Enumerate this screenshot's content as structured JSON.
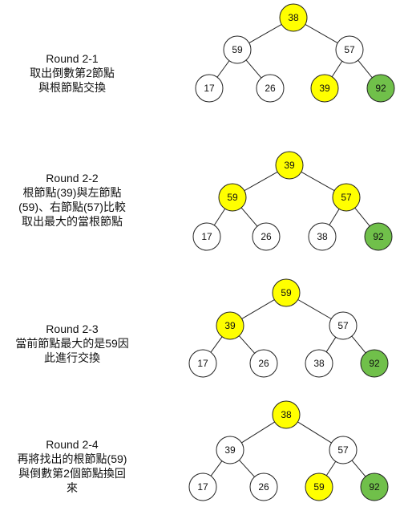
{
  "colors": {
    "highlight": "#ffff00",
    "sorted": "#70c04a",
    "normal": "#ffffff",
    "stroke": "#222222",
    "text": "#111111"
  },
  "rounds": [
    {
      "title": "Round 2-1",
      "description": [
        "取出倒數第2節點",
        "與根節點交換"
      ],
      "tree": [
        {
          "value": "38",
          "state": "highlight"
        },
        {
          "value": "59",
          "state": "normal"
        },
        {
          "value": "57",
          "state": "normal"
        },
        {
          "value": "17",
          "state": "normal"
        },
        {
          "value": "26",
          "state": "normal"
        },
        {
          "value": "39",
          "state": "highlight"
        },
        {
          "value": "92",
          "state": "sorted"
        }
      ]
    },
    {
      "title": "Round 2-2",
      "description": [
        "根節點(39)與左節點",
        "(59)、右節點(57)比較",
        "取出最大的當根節點"
      ],
      "tree": [
        {
          "value": "39",
          "state": "highlight"
        },
        {
          "value": "59",
          "state": "highlight"
        },
        {
          "value": "57",
          "state": "highlight"
        },
        {
          "value": "17",
          "state": "normal"
        },
        {
          "value": "26",
          "state": "normal"
        },
        {
          "value": "38",
          "state": "normal"
        },
        {
          "value": "92",
          "state": "sorted"
        }
      ]
    },
    {
      "title": "Round 2-3",
      "description": [
        "當前節點最大的是59因",
        "此進行交換"
      ],
      "tree": [
        {
          "value": "59",
          "state": "highlight"
        },
        {
          "value": "39",
          "state": "highlight"
        },
        {
          "value": "57",
          "state": "normal"
        },
        {
          "value": "17",
          "state": "normal"
        },
        {
          "value": "26",
          "state": "normal"
        },
        {
          "value": "38",
          "state": "normal"
        },
        {
          "value": "92",
          "state": "sorted"
        }
      ]
    },
    {
      "title": "Round 2-4",
      "description": [
        "再將找出的根節點(59)",
        "與倒數第2個節點換回",
        "來"
      ],
      "tree": [
        {
          "value": "38",
          "state": "highlight"
        },
        {
          "value": "39",
          "state": "normal"
        },
        {
          "value": "57",
          "state": "normal"
        },
        {
          "value": "17",
          "state": "normal"
        },
        {
          "value": "26",
          "state": "normal"
        },
        {
          "value": "59",
          "state": "highlight"
        },
        {
          "value": "92",
          "state": "sorted"
        }
      ]
    }
  ]
}
